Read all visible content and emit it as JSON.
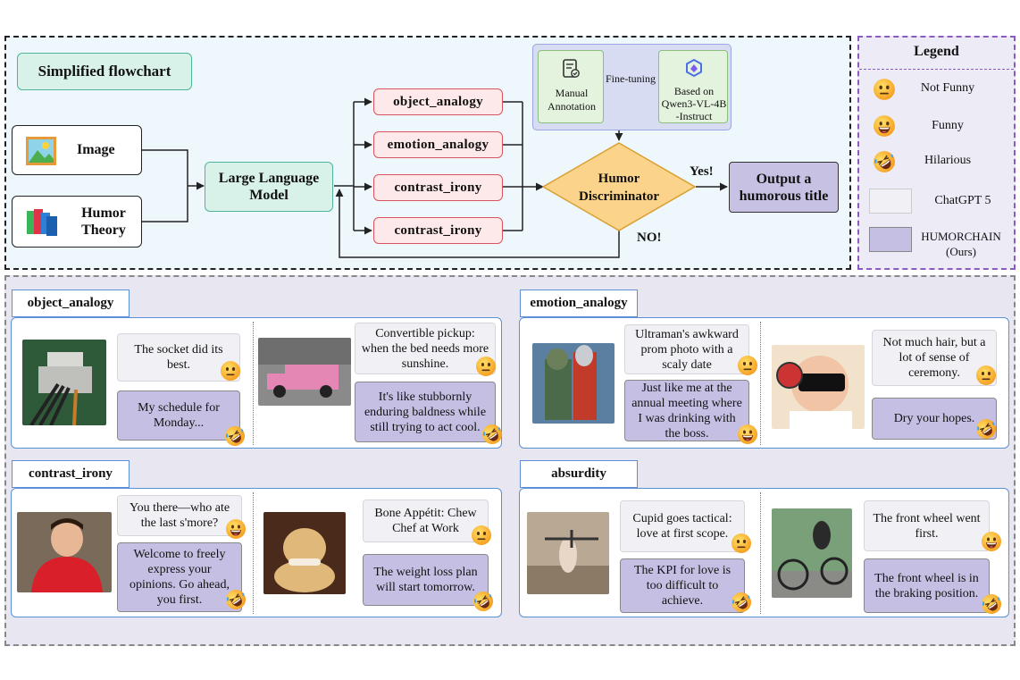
{
  "flowchart": {
    "title": "Simplified flowchart",
    "inputs": {
      "image": "Image",
      "humor_theory": "Humor Theory"
    },
    "llm": "Large Language Model",
    "chains": [
      "object_analogy",
      "emotion_analogy",
      "contrast_irony",
      "contrast_irony"
    ],
    "annotation": {
      "manual": "Manual Annotation",
      "fine_tuning": "Fine-tuning",
      "model": "Based on Qwen3-VL-4B -Instruct"
    },
    "discriminator": "Humor Discriminator",
    "yes": "Yes!",
    "no": "NO!",
    "output": "Output a humorous title"
  },
  "legend": {
    "title": "Legend",
    "items": [
      {
        "label": "Not Funny",
        "icon": "neutral-face-icon"
      },
      {
        "label": "Funny",
        "icon": "grinning-face-icon"
      },
      {
        "label": "Hilarious",
        "icon": "rofl-face-icon"
      },
      {
        "label": "ChatGPT 5",
        "color": "#f1f1f5"
      },
      {
        "label": "HUMORCHAIN",
        "sub": "(Ours)",
        "color": "#c5c0e3"
      }
    ]
  },
  "examples": [
    {
      "tab": "object_analogy",
      "left": {
        "gpt": "The socket did its best.",
        "ours": "My schedule for Monday..."
      },
      "right": {
        "gpt": "Convertible pickup: when the bed needs more sunshine.",
        "ours": "It's like stubbornly enduring baldness while still trying to act cool."
      }
    },
    {
      "tab": "emotion_analogy",
      "left": {
        "gpt": "Ultraman's awkward prom photo with a scaly date",
        "ours": "Just like me at the annual meeting where I was drinking with the boss."
      },
      "right": {
        "gpt": "Not much hair, but a lot of sense of ceremony.",
        "ours": "Dry your hopes."
      }
    },
    {
      "tab": "contrast_irony",
      "left": {
        "gpt": "You there—who ate the last s'more?",
        "ours": "Welcome to freely express your opinions. Go ahead, you first."
      },
      "right": {
        "gpt": "Bone Appétit: Chew Chef at Work",
        "ours": "The weight loss plan will start tomorrow."
      }
    },
    {
      "tab": "absurdity",
      "left": {
        "gpt": "Cupid goes tactical: love at first scope.",
        "ours": "The KPI for love is too difficult to achieve."
      },
      "right": {
        "gpt": "The front wheel went first.",
        "ours": "The front wheel is in the braking position."
      }
    }
  ],
  "colors": {
    "ours": "#c5c0e3",
    "gpt": "#f1f1f5",
    "chain_border": "#d9535f",
    "discriminator": "#fbd38a",
    "card_border": "#5b8fd6"
  }
}
